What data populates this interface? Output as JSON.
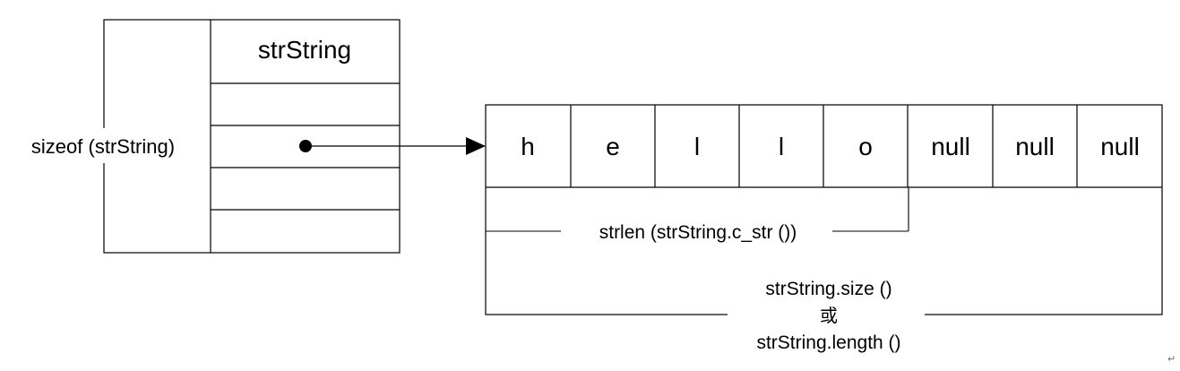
{
  "diagram": {
    "left_label": "sizeof (strString)",
    "object": {
      "title": "strString"
    },
    "buffer": {
      "cells": [
        "h",
        "e",
        "l",
        "l",
        "o",
        "null",
        "null",
        "null"
      ]
    },
    "measures": {
      "strlen": "strlen (strString.c_str ())",
      "size": "strString.size ()",
      "or": "或",
      "length": "strString.length ()"
    },
    "paragraph_mark": "↵"
  }
}
